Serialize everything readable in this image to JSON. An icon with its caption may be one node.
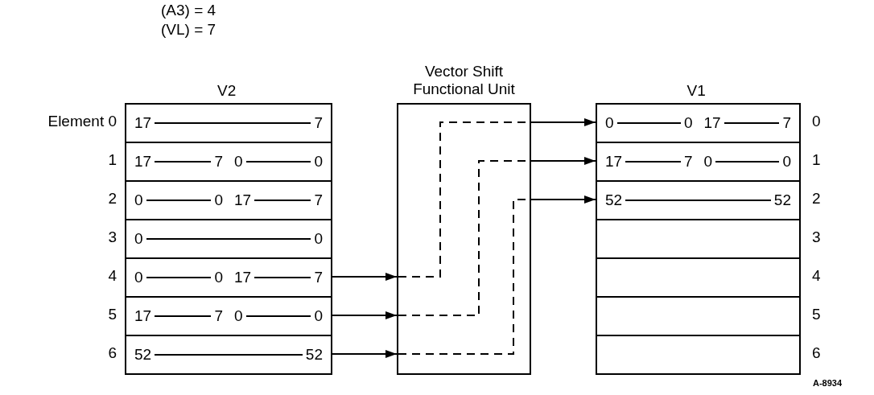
{
  "diagram": {
    "nodes": [
      {
        "text": [
          "V2"
        ]
      },
      {
        "text": [
          "17",
          "7"
        ],
        "in": 0,
        "beside": [
          "Element 0"
        ]
      },
      {
        "text": [
          "17",
          "7",
          "0",
          "0"
        ],
        "in": 0,
        "beside": [
          "1"
        ]
      },
      {
        "text": [
          "0",
          "0",
          "17",
          "7"
        ],
        "in": 0,
        "beside": [
          "2"
        ]
      },
      {
        "text": [
          "0",
          "0"
        ],
        "in": 0,
        "beside": [
          "3"
        ]
      },
      {
        "text": [
          "0",
          "0",
          "17",
          "7"
        ],
        "in": 0,
        "beside": [
          "4"
        ]
      },
      {
        "text": [
          "17",
          "7",
          "0",
          "0"
        ],
        "in": 0,
        "beside": [
          "5"
        ]
      },
      {
        "text": [
          "52",
          "52"
        ],
        "in": 0,
        "beside": [
          "6"
        ]
      },
      {
        "text": [
          "Vector Shift Functional Unit"
        ]
      },
      {
        "text": [
          "V1"
        ]
      },
      {
        "text": [
          "0",
          "0",
          "17",
          "7"
        ],
        "in": 9,
        "beside": [
          "0"
        ]
      },
      {
        "text": [
          "17",
          "7",
          "0",
          "0"
        ],
        "in": 9,
        "beside": [
          "1"
        ]
      },
      {
        "text": [
          "52",
          "52"
        ],
        "in": 9,
        "beside": [
          "2"
        ]
      },
      {
        "text": [],
        "shape": "box",
        "in": 9,
        "beside": [
          "3"
        ]
      },
      {
        "text": [],
        "shape": "box",
        "in": 9,
        "beside": [
          "4"
        ]
      },
      {
        "text": [],
        "shape": "box",
        "in": 9,
        "beside": [
          "5"
        ]
      },
      {
        "text": [],
        "shape": "box",
        "in": 9,
        "beside": [
          "6"
        ]
      }
    ],
    "edges": [
      {
        "from": 5,
        "to": 8,
        "arrow": "to"
      },
      {
        "from": 6,
        "to": 8,
        "arrow": "to"
      },
      {
        "from": 7,
        "to": 8,
        "arrow": "to"
      },
      {
        "from": 8,
        "to": 10,
        "arrow": "to"
      },
      {
        "from": 8,
        "to": 11,
        "arrow": "to"
      },
      {
        "from": 8,
        "to": 12,
        "arrow": "to"
      }
    ],
    "labels": [
      "(A3) = 4",
      "(VL) = 7",
      "A-8934"
    ]
  }
}
